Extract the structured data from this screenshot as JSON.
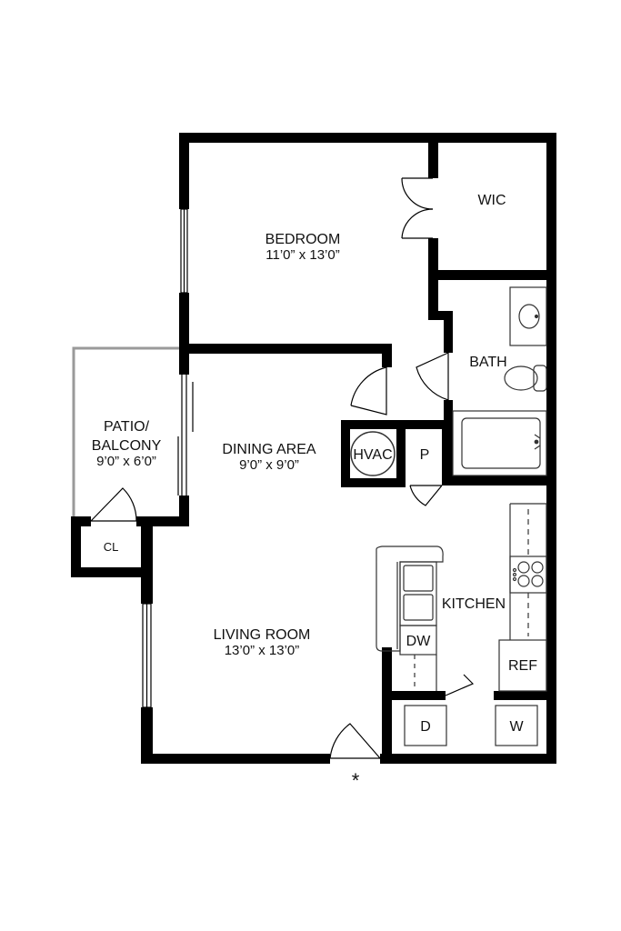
{
  "plan": {
    "colors": {
      "wall": "#000000",
      "patio_rail": "#9a9a9a",
      "fixture": "#333333",
      "background": "#ffffff"
    },
    "rooms": {
      "bedroom": {
        "name": "BEDROOM",
        "dims": "11’0” x 13’0”"
      },
      "wic": {
        "name": "WIC"
      },
      "bath": {
        "name": "BATH"
      },
      "patio": {
        "name_line1": "PATIO/",
        "name_line2": "BALCONY",
        "dims": "9’0” x 6’0”"
      },
      "dining": {
        "name": "DINING AREA",
        "dims": "9’0” x 9’0”"
      },
      "living": {
        "name": "LIVING ROOM",
        "dims": "13’0” x 13’0”"
      },
      "kitchen": {
        "name": "KITCHEN"
      },
      "closet": {
        "name": "CL"
      }
    },
    "fixtures": {
      "hvac": "HVAC",
      "pantry": "P",
      "dishwasher": "DW",
      "refrigerator": "REF",
      "dryer": "D",
      "washer": "W"
    },
    "entry_marker": "*"
  }
}
